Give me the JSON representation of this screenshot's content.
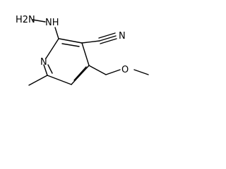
{
  "molecule": {
    "atoms": {
      "hydrazine_nh2": "H2N",
      "hydrazine_nh": "NH",
      "ring_n": "N",
      "nitrile_n": "N",
      "ether_o": "O"
    }
  },
  "colors": {
    "bond": "#000000",
    "label": "#000000",
    "background": "#ffffff"
  }
}
